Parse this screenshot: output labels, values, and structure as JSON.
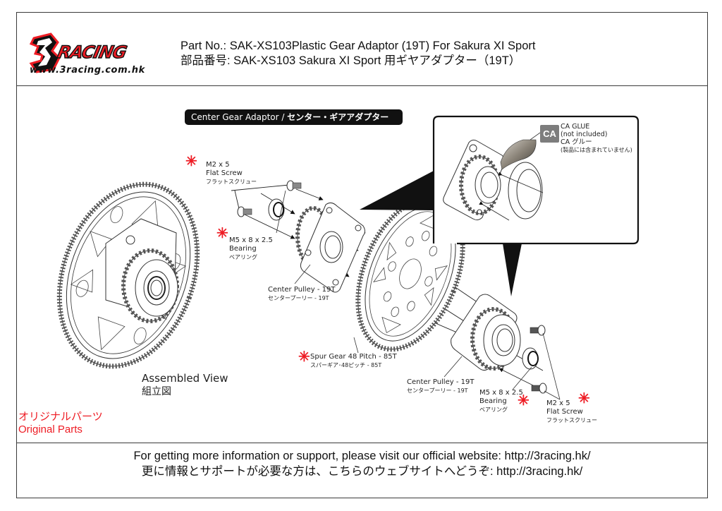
{
  "brand": {
    "logo_text": "3RACING",
    "website": "www.3racing.com.hk",
    "colors": {
      "accent_red": "#ee1c24",
      "frame": "#3a3a3a",
      "badge_gray": "#7d7d7d"
    }
  },
  "header": {
    "title_en": "Part No.: SAK-XS103Plastic Gear Adaptor (19T) For Sakura XI Sport",
    "title_jp": "部品番号: SAK-XS103 Sakura XI Sport 用ギヤアダプター（19T）"
  },
  "section": {
    "title_en": "Center Gear Adaptor / ",
    "title_jp": "センター・ギアアダプター"
  },
  "callout": {
    "badge": "CA",
    "lines": [
      "CA GLUE",
      "(not included)",
      "CA グルー",
      "(製品には含まれていません)"
    ]
  },
  "parts": [
    {
      "id": "screw-top",
      "en": [
        "M2 x 5",
        "Flat Screw"
      ],
      "jp": "フラットスクリュー",
      "original": true
    },
    {
      "id": "bearing-top",
      "en": [
        "M5 x 8 x 2.5",
        "Bearing"
      ],
      "jp": "ベアリング",
      "original": true
    },
    {
      "id": "pulley-top",
      "en": [
        "Center Pulley - 19T"
      ],
      "jp": "センタープーリー - 19T",
      "original": false
    },
    {
      "id": "spur-gear",
      "en": [
        "Spur Gear 48 Pitch - 85T"
      ],
      "jp": "スパーギア･48ピッチ - 85T",
      "original": true
    },
    {
      "id": "pulley-bottom",
      "en": [
        "Center Pulley - 19T"
      ],
      "jp": "センタープーリー - 19T",
      "original": false
    },
    {
      "id": "bearing-bottom",
      "en": [
        "M5 x 8 x 2.5",
        "Bearing"
      ],
      "jp": "ベアリング",
      "original": true
    },
    {
      "id": "screw-bottom",
      "en": [
        "M2 x 5",
        "Flat Screw"
      ],
      "jp": "フラットスクリュー",
      "original": true
    }
  ],
  "asterisk_symbol": "✳",
  "assembled_view": {
    "en": "Assembled View",
    "jp": "組立図"
  },
  "original_parts": {
    "jp": "オリジナルパーツ",
    "en": "Original Parts"
  },
  "footer": {
    "line_en": "For getting more information or support, please visit our official website: http://3racing.hk/",
    "line_jp": "更に情報とサポートが必要な方は、こちらのウェブサイトへどうぞ: http://3racing.hk/"
  }
}
